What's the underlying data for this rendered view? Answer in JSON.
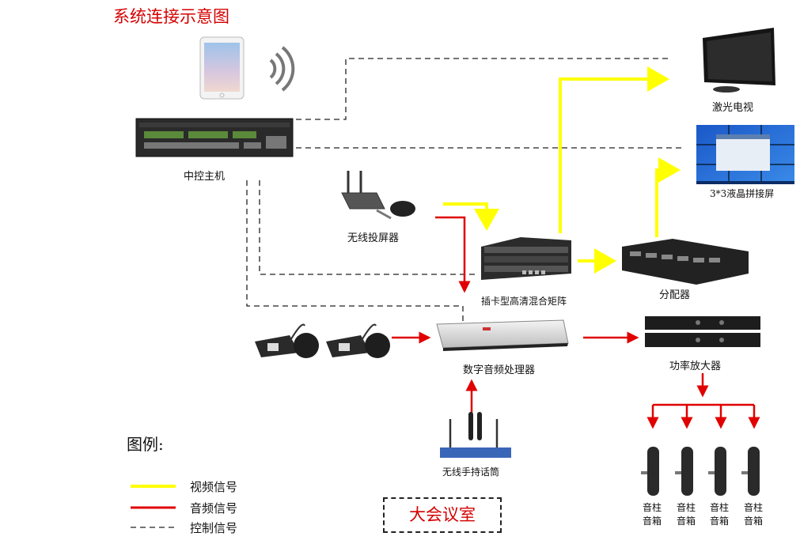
{
  "title": "系统连接示意图",
  "devices": {
    "central_control": "中控主机",
    "wireless_projector": "无线投屏器",
    "matrix": "插卡型高清混合矩阵",
    "distributor": "分配器",
    "laser_tv": "激光电视",
    "video_wall": "3*3液晶拼接屏",
    "audio_processor": "数字音频处理器",
    "power_amplifier": "功率放大器",
    "wireless_mic": "无线手持话筒",
    "speakers": [
      {
        "line1": "音柱",
        "line2": "音箱"
      },
      {
        "line1": "音柱",
        "line2": "音箱"
      },
      {
        "line1": "音柱",
        "line2": "音箱"
      },
      {
        "line1": "音柱",
        "line2": "音箱"
      }
    ]
  },
  "legend": {
    "title": "图例:",
    "items": [
      {
        "label": "视频信号",
        "color": "#ffff00",
        "style": "solid"
      },
      {
        "label": "音频信号",
        "color": "#e00000",
        "style": "solid"
      },
      {
        "label": "控制信号",
        "color": "#222222",
        "style": "dashed"
      }
    ]
  },
  "room_label": "大会议室",
  "colors": {
    "video": "#ffff00",
    "audio": "#e00000",
    "control": "#222222",
    "title": "#d40000"
  }
}
